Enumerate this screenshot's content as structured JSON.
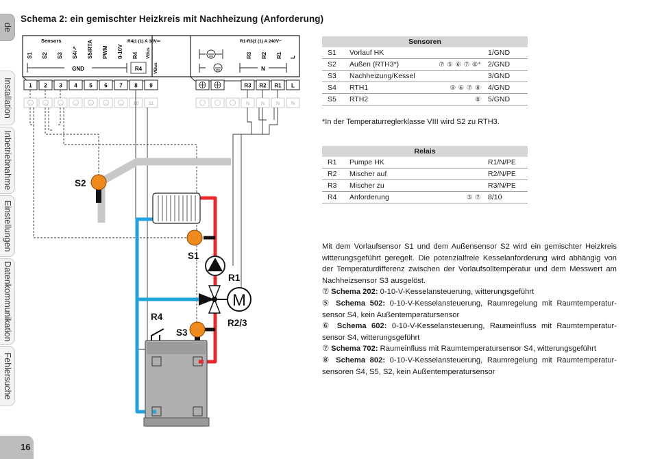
{
  "side_tabs": [
    {
      "label": "de",
      "active": true
    },
    {
      "label": "Installation",
      "active": false
    },
    {
      "label": "Inbetriebnahme",
      "active": false
    },
    {
      "label": "Einstellungen",
      "active": false
    },
    {
      "label": "Datenkommunikation",
      "active": false
    },
    {
      "label": "Fehlersuche",
      "active": false
    }
  ],
  "page_number": "16",
  "title": "Schema 2: ein gemischter Heizkreis mit Nachheizung (Anforderung)",
  "terminal": {
    "header_sensors": "Sensors",
    "header_r4": "R4|1 (1) A 30V⎓",
    "header_r13": "R1-R3|1 (1) A 240V~",
    "top_labels": [
      "S1",
      "S2",
      "S3",
      "S4/↗",
      "S5/RTA",
      "PWM",
      "0-10V",
      "R4",
      "VBus"
    ],
    "gnd_label": "GND",
    "r4_label": "R4",
    "vbus_label": "VBus",
    "right_top_labels": [
      "R3",
      "R2",
      "R1",
      "L"
    ],
    "n_label": "N",
    "numbers": [
      "1",
      "2",
      "3",
      "4",
      "5",
      "6",
      "7",
      "8",
      "9"
    ],
    "right_numbers": [
      "R3",
      "R2",
      "R1",
      "L"
    ],
    "lower_numbers": [
      "10",
      "11"
    ],
    "n_row": [
      "N",
      "N",
      "N",
      "N"
    ]
  },
  "diagram_labels": {
    "s2": "S2",
    "s1": "S1",
    "r1": "R1",
    "r4": "R4",
    "s3": "S3",
    "r23": "R2/3",
    "motor": "M"
  },
  "colors": {
    "hot": "#e8282a",
    "cold": "#21a3dc",
    "sensor": "#f08a1c",
    "wall": "#c4c4c4",
    "boiler": "#b0b0b0"
  },
  "sensoren": {
    "header": "Sensoren",
    "rows": [
      {
        "id": "S1",
        "name": "Vorlauf HK",
        "schemes": "",
        "term": "1/GND"
      },
      {
        "id": "S2",
        "name": "Außen (RTH3*)",
        "schemes": "⑦ ⑤     ⑥ ⑦     ⑧*",
        "term": "2/GND"
      },
      {
        "id": "S3",
        "name": "Nachheizung/Kessel",
        "schemes": "",
        "term": "3/GND"
      },
      {
        "id": "S4",
        "name": "RTH1",
        "schemes": "⑤ ⑥ ⑦     ⑧",
        "term": "4/GND"
      },
      {
        "id": "S5",
        "name": "RTH2",
        "schemes": "⑧",
        "term": "5/GND"
      }
    ]
  },
  "footnote": "*In der Temperaturreglerklasse VIII wird S2 zu RTH3.",
  "relais": {
    "header": "Relais",
    "rows": [
      {
        "id": "R1",
        "name": "Pumpe HK",
        "schemes": "",
        "term": "R1/N/PE"
      },
      {
        "id": "R2",
        "name": "Mischer auf",
        "schemes": "",
        "term": "R2/N/PE"
      },
      {
        "id": "R3",
        "name": "Mischer zu",
        "schemes": "",
        "term": "R3/N/PE"
      },
      {
        "id": "R4",
        "name": "Anforderung",
        "schemes": "⑤                    ⑦",
        "term": "8/10"
      }
    ]
  },
  "description": {
    "intro": "Mit dem Vorlaufsensor S1 und dem Außensensor S2 wird ein gemischter Heizkreis witterungsgeführt geregelt. Die potenzialfreie Kesselanforderung wird abhängig von der Temperaturdifferenz zwischen der Vorlaufsolltemperatur und dem Messwert am Nachheizsensor S3 ausgelöst.",
    "schemas": [
      {
        "sym": "⑦",
        "name": "Schema 202:",
        "text": "0-10-V-Kesselansteuerung, witterungsgeführt"
      },
      {
        "sym": "⑤",
        "name": "Schema 502:",
        "text": "0-10-V-Kesselansteuerung, Raumregelung mit Raumtemperatur-sensor S4, kein Außentemperatursensor"
      },
      {
        "sym": "⑥",
        "name": "Schema 602:",
        "text": "0-10-V-Kesselansteuerung, Raumeinfluss mit Raumtemperatur-sensor S4, witterungsgeführt"
      },
      {
        "sym": "⑦",
        "name": "Schema 702:",
        "text": "Raumeinfluss mit Raumtemperatursensor S4, witterungsgeführt"
      },
      {
        "sym": "⑧",
        "name": "Schema 802:",
        "text": "0-10-V-Kesselansteuerung, Raumregelung mit Raumtemperatur-sensoren S4, S5, S2, kein Außentemperatursensor"
      }
    ]
  }
}
